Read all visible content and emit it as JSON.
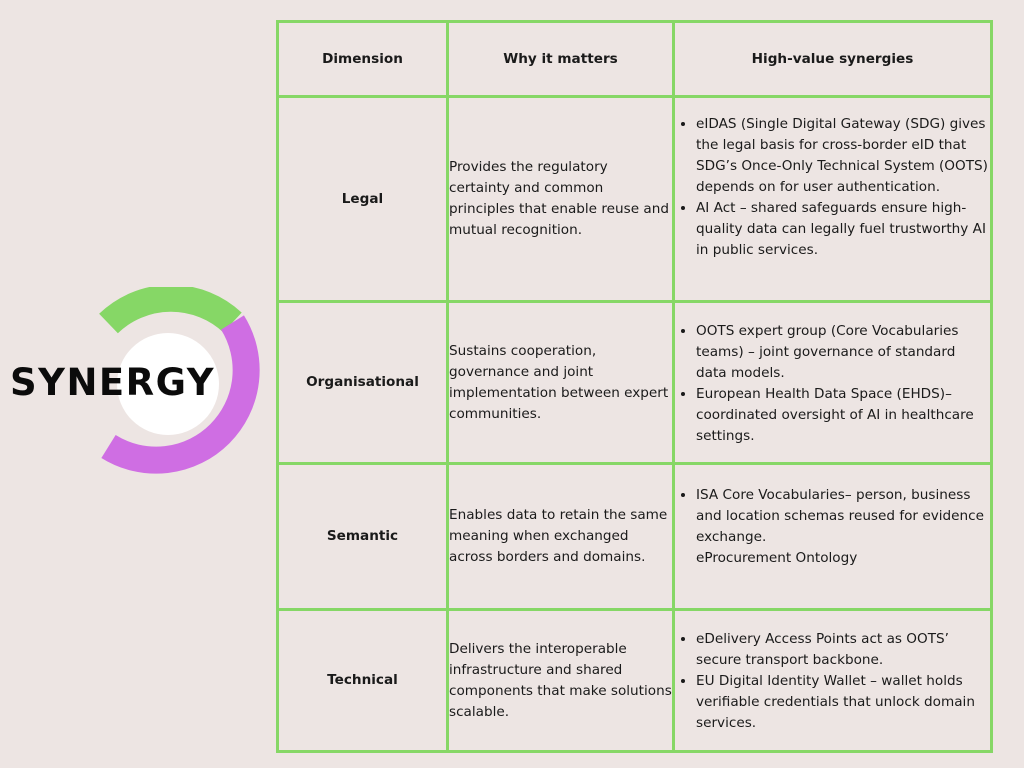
{
  "graphic": {
    "title": "SYNERGY",
    "colors": {
      "green_arc": "#86d766",
      "purple_arc": "#cf6ee3",
      "inner_circle": "#ffffff",
      "table_border": "#86d766",
      "background": "#ede5e3"
    }
  },
  "table": {
    "headers": {
      "dimension": "Dimension",
      "why": "Why it matters",
      "synergies": "High-value synergies"
    },
    "rows": [
      {
        "dimension": "Legal",
        "why": "Provides the regulatory certainty and common principles that enable reuse and mutual recognition.",
        "synergies": [
          "eIDAS (Single Digital Gateway (SDG) gives the legal basis for cross-border eID that SDG’s Once-Only Technical System (OOTS) depends on for user authentication.",
          "AI Act – shared safeguards ensure high-quality data can legally fuel trustworthy AI in public services."
        ]
      },
      {
        "dimension": "Organisational",
        "why": "Sustains cooperation, governance and joint implementation between expert communities.",
        "synergies": [
          "OOTS expert group (Core Vocabularies teams) – joint governance of standard data models.",
          "European Health Data Space (EHDS)– coordinated oversight of AI in healthcare settings."
        ]
      },
      {
        "dimension": "Semantic",
        "why": "Enables data to retain the same meaning when exchanged across borders and domains.",
        "synergies": [
          "ISA Core Vocabularies– person, business and location schemas reused for evidence exchange."
        ],
        "synergies_extra": "eProcurement Ontology"
      },
      {
        "dimension": "Technical",
        "why": "Delivers the interoperable infrastructure and shared components that make solutions scalable.",
        "synergies": [
          "eDelivery Access Points act as OOTS’ secure transport backbone.",
          "EU Digital Identity Wallet – wallet holds verifiable credentials that unlock domain services."
        ]
      }
    ]
  }
}
